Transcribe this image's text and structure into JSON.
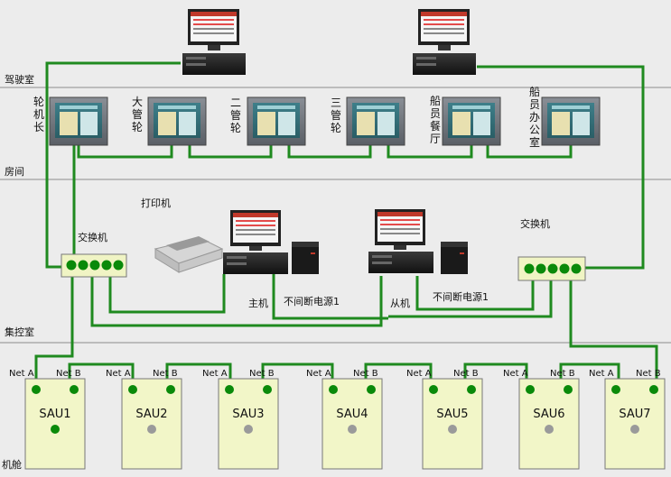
{
  "zones": {
    "bridge": "驾驶室",
    "cabins": "房间",
    "control_room": "集控室",
    "engine_room": "机舱"
  },
  "cabin_monitors": [
    {
      "id": "chief-engineer",
      "label": "轮机长"
    },
    {
      "id": "first-engineer",
      "label": "大管轮"
    },
    {
      "id": "second-engineer",
      "label": "二管轮"
    },
    {
      "id": "third-engineer",
      "label": "三管轮"
    },
    {
      "id": "crew-mess",
      "label": "船员餐厅"
    },
    {
      "id": "crew-office",
      "label": "船员办公室"
    }
  ],
  "control": {
    "printer": "打印机",
    "switch_left": "交换机",
    "switch_right": "交换机",
    "master": "主机",
    "slave": "从机",
    "ups_left": "不间断电源1",
    "ups_right": "不间断电源1"
  },
  "sau_units": [
    {
      "label": "SAU1",
      "net_a": "Net A",
      "net_b": "Net B",
      "status": "active"
    },
    {
      "label": "SAU2",
      "net_a": "Net A",
      "net_b": "Net B",
      "status": "inactive"
    },
    {
      "label": "SAU3",
      "net_a": "Net A",
      "net_b": "Net B",
      "status": "inactive"
    },
    {
      "label": "SAU4",
      "net_a": "Net A",
      "net_b": "Net B",
      "status": "inactive"
    },
    {
      "label": "SAU5",
      "net_a": "Net A",
      "net_b": "Net B",
      "status": "inactive"
    },
    {
      "label": "SAU6",
      "net_a": "Net A",
      "net_b": "Net B",
      "status": "inactive"
    },
    {
      "label": "SAU7",
      "net_a": "Net A",
      "net_b": "Net B",
      "status": "inactive"
    }
  ],
  "colors": {
    "network_line": "#1f8a1f",
    "node_active": "#0a8a0a",
    "node_inactive": "#9a9a9a",
    "sau_fill": "#f2f6c8",
    "switch_fill": "#f0f4c4",
    "zone_line": "#8c8c8c"
  }
}
